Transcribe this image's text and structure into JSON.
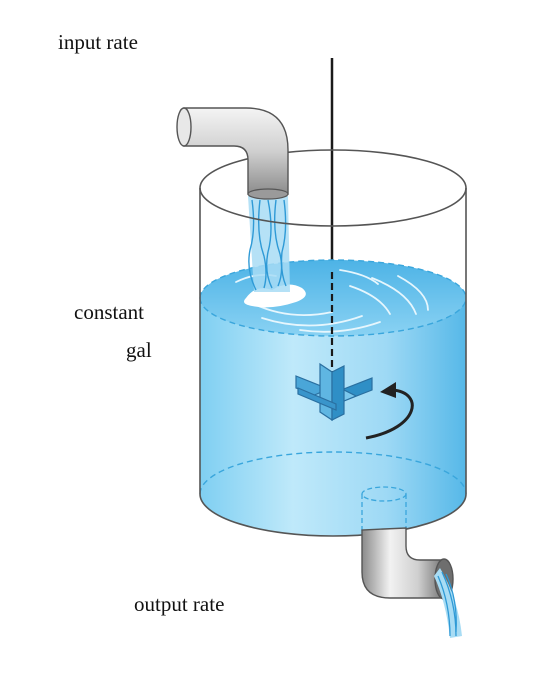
{
  "labels": {
    "input_rate": "input rate",
    "constant": "constant",
    "gal": "gal",
    "output_rate": "output rate"
  },
  "colors": {
    "water_light": "#bfe6f8",
    "water_mid": "#6cc6ee",
    "water_dark": "#3aa6dc",
    "tank_outline": "#555555",
    "pipe_gray": "#c8c8c8",
    "arrow": "#222222"
  }
}
